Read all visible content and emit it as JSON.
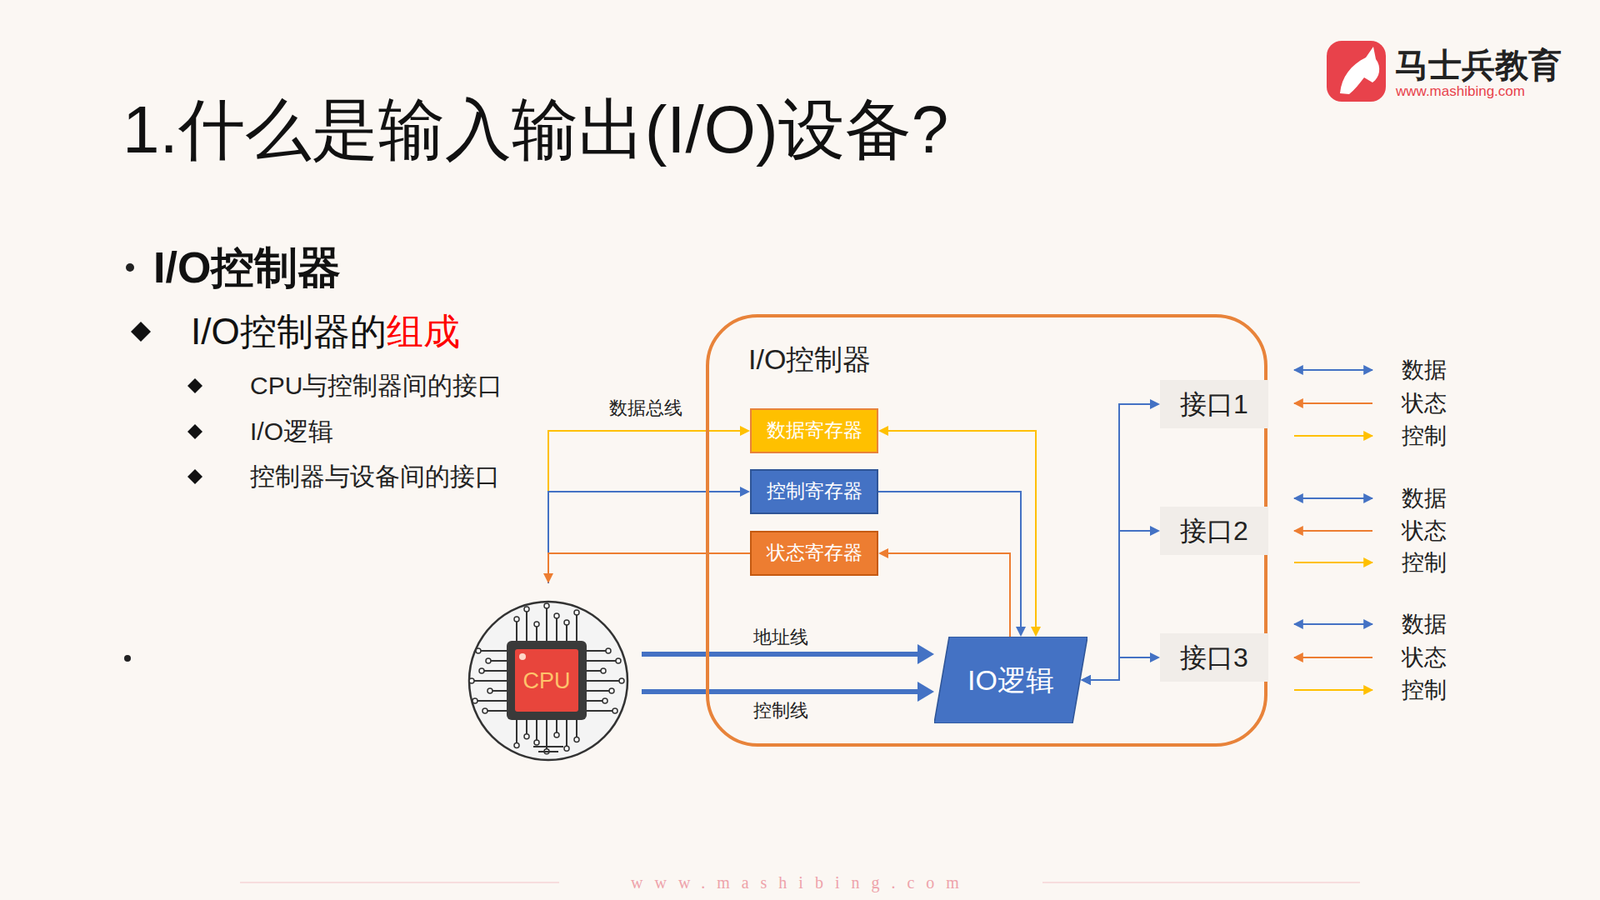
{
  "diagram": {
    "title": "1.什么是输入输出(I/O)设备?",
    "nodes": [
      {
        "text": [
          "I/O控制器"
        ]
      },
      {
        "text": [
          "数据寄存器"
        ],
        "in": 0
      },
      {
        "text": [
          "控制寄存器"
        ],
        "in": 0
      },
      {
        "text": [
          "状态寄存器"
        ],
        "in": 0
      },
      {
        "text": [
          "IO逻辑"
        ],
        "in": 0
      },
      {
        "text": [
          "接口1"
        ],
        "in": 0
      },
      {
        "text": [
          "接口2"
        ],
        "in": 0
      },
      {
        "text": [
          "接口3"
        ],
        "in": 0
      },
      {
        "text": [
          "CPU"
        ]
      }
    ],
    "edges": [
      {
        "from": 8,
        "to": 1,
        "arrow": "to",
        "label": "数据总线"
      },
      {
        "from": 8,
        "to": 2,
        "arrow": "to"
      },
      {
        "from": 3,
        "to": 8,
        "arrow": "to"
      },
      {
        "from": 1,
        "to": 4,
        "arrow": "both"
      },
      {
        "from": 2,
        "to": 4,
        "arrow": "to"
      },
      {
        "from": 4,
        "to": 3,
        "arrow": "to"
      },
      {
        "from": 8,
        "to": 4,
        "arrow": "to",
        "label": "地址线"
      },
      {
        "from": 8,
        "to": 4,
        "arrow": "to",
        "label": "控制线"
      },
      {
        "from": 4,
        "to": 5,
        "arrow": "both"
      },
      {
        "from": 4,
        "to": 6,
        "arrow": "both"
      },
      {
        "from": 4,
        "to": 7,
        "arrow": "both"
      }
    ],
    "labels": [
      "马士兵教育",
      "www.mashibing.com",
      "I/O控制器",
      "I/O控制器的",
      "组成",
      "CPU与控制器间的接口",
      "I/O逻辑",
      "控制器与设备间的接口",
      "数据",
      "状态",
      "控制",
      "数据",
      "状态",
      "控制",
      "数据",
      "状态",
      "控制",
      "www.mashibing.com"
    ]
  }
}
